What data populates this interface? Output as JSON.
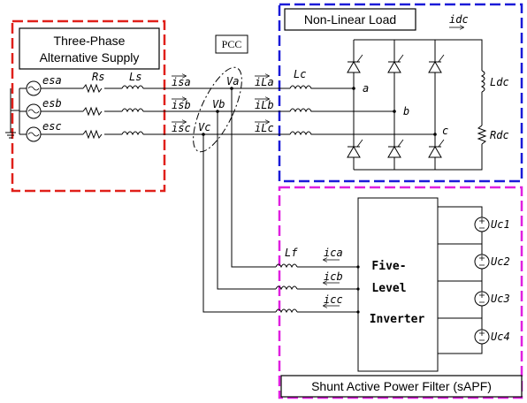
{
  "colors": {
    "supply_border": "#e0201a",
    "load_border": "#1a1ad8",
    "filter_border": "#e020e0",
    "wire": "#000000"
  },
  "supply": {
    "title_line1": "Three-Phase",
    "title_line2": "Alternative Supply",
    "sources": [
      "esa",
      "esb",
      "esc"
    ],
    "rs": "Rs",
    "ls": "Ls"
  },
  "pcc": {
    "label": "PCC",
    "nodes": [
      "Va",
      "Vb",
      "Vc"
    ]
  },
  "source_currents": [
    "isa",
    "isb",
    "isc"
  ],
  "load": {
    "title": "Non-Linear Load",
    "line_currents": [
      "iLa",
      "iLb",
      "iLc"
    ],
    "lc": "Lc",
    "phase_nodes": [
      "a",
      "b",
      "c"
    ],
    "idc": "idc",
    "ldc": "Ldc",
    "rdc": "Rdc"
  },
  "filter": {
    "title": "Shunt  Active Power Filter (sAPF)",
    "lf": "Lf",
    "currents": [
      "ica",
      "icb",
      "icc"
    ],
    "inverter_lines": [
      "Five-",
      "Level",
      "Inverter"
    ],
    "capacitors": [
      "Uc1",
      "Uc2",
      "Uc3",
      "Uc4"
    ]
  }
}
